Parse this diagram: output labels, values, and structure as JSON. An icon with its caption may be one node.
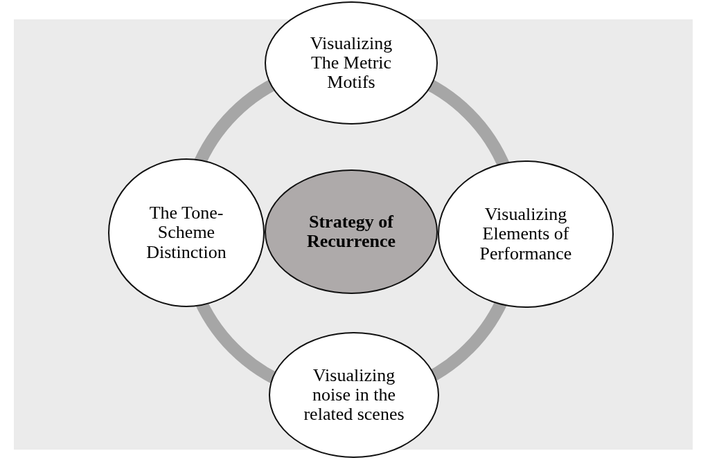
{
  "diagram": {
    "nodes": [
      {
        "text": [
          "Visualizing The Metric Motifs"
        ]
      },
      {
        "text": [
          "The Tone-Scheme Distinction"
        ]
      },
      {
        "text": [
          "Strategy of Recurrence"
        ]
      },
      {
        "text": [
          "Visualizing Elements of Performance"
        ]
      },
      {
        "text": [
          "Visualizing noise in the related scenes"
        ]
      }
    ]
  }
}
